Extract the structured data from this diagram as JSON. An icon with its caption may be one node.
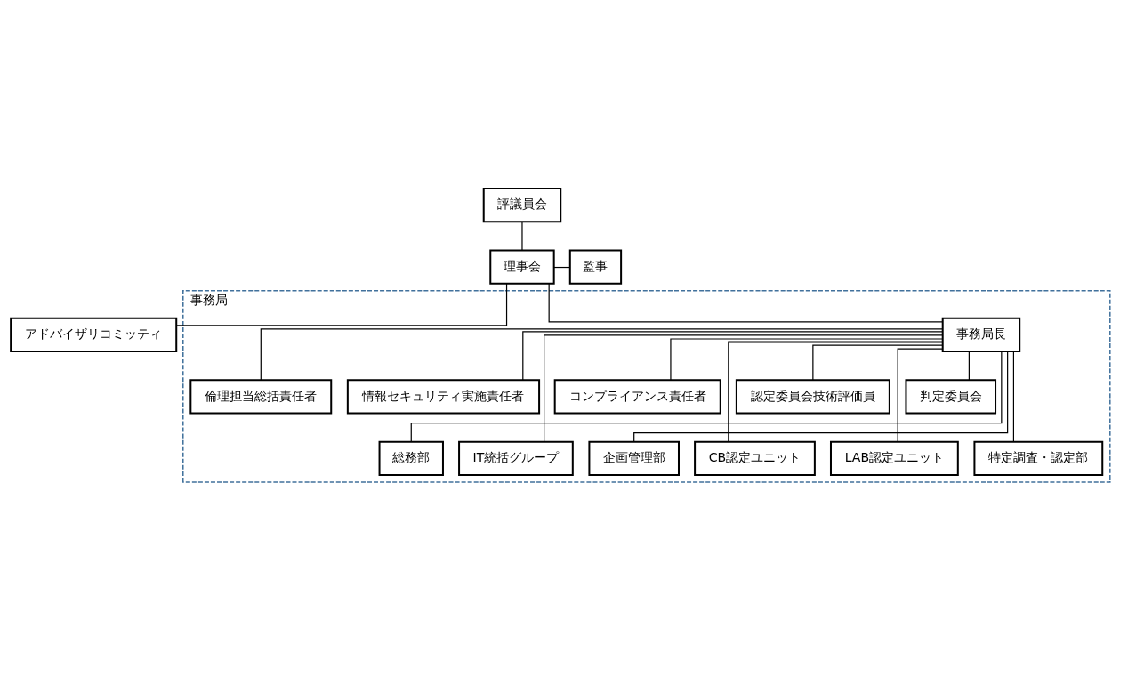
{
  "diagram": {
    "nodes": [
      {
        "text": [
          "評議員会"
        ]
      },
      {
        "text": [
          "理事会"
        ]
      },
      {
        "text": [
          "監事"
        ]
      },
      {
        "text": [
          "アドバイザリコミッティ"
        ]
      },
      {
        "text": [
          "事務局"
        ]
      },
      {
        "text": [
          "事務局長"
        ],
        "in": 4
      },
      {
        "text": [
          "倫理担当総括責任者"
        ],
        "in": 4
      },
      {
        "text": [
          "情報セキュリティ実施責任者"
        ],
        "in": 4
      },
      {
        "text": [
          "コンプライアンス責任者"
        ],
        "in": 4
      },
      {
        "text": [
          "認定委員会技術評価員"
        ],
        "in": 4
      },
      {
        "text": [
          "判定委員会"
        ],
        "in": 4
      },
      {
        "text": [
          "総務部"
        ],
        "in": 4
      },
      {
        "text": [
          "IT統括グループ"
        ],
        "in": 4
      },
      {
        "text": [
          "企画管理部"
        ],
        "in": 4
      },
      {
        "text": [
          "CB認定ユニット"
        ],
        "in": 4
      },
      {
        "text": [
          "LAB認定ユニット"
        ],
        "in": 4
      },
      {
        "text": [
          "特定調査・認定部"
        ],
        "in": 4
      }
    ],
    "edges": [
      {
        "from": 0,
        "to": 1,
        "arrow": "none"
      },
      {
        "from": 1,
        "to": 2,
        "arrow": "none"
      },
      {
        "from": 1,
        "to": 3,
        "arrow": "none"
      },
      {
        "from": 1,
        "to": 5,
        "arrow": "none"
      },
      {
        "from": 5,
        "to": 6,
        "arrow": "none"
      },
      {
        "from": 5,
        "to": 7,
        "arrow": "none"
      },
      {
        "from": 5,
        "to": 8,
        "arrow": "none"
      },
      {
        "from": 5,
        "to": 9,
        "arrow": "none"
      },
      {
        "from": 5,
        "to": 10,
        "arrow": "none"
      },
      {
        "from": 5,
        "to": 11,
        "arrow": "none"
      },
      {
        "from": 5,
        "to": 12,
        "arrow": "none"
      },
      {
        "from": 5,
        "to": 13,
        "arrow": "none"
      },
      {
        "from": 5,
        "to": 14,
        "arrow": "none"
      },
      {
        "from": 5,
        "to": 15,
        "arrow": "none"
      },
      {
        "from": 5,
        "to": 16,
        "arrow": "none"
      }
    ]
  }
}
